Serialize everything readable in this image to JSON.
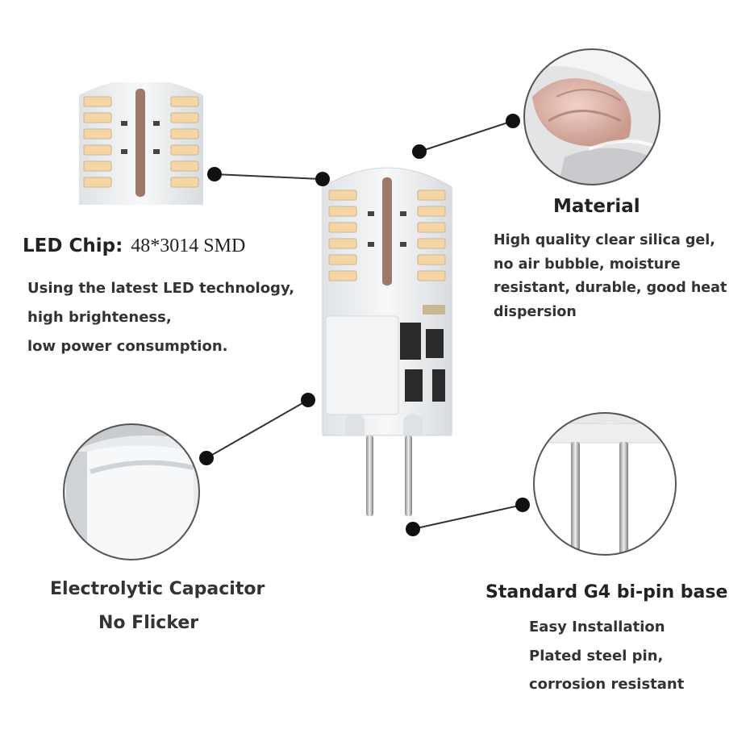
{
  "led_chip": {
    "title": "LED Chip:",
    "spec": "48*3014 SMD",
    "lines": [
      "Using the latest LED technology,",
      "high brighteness,",
      "low power consumption."
    ]
  },
  "material": {
    "title": "Material",
    "lines": [
      "High quality clear silica gel,",
      "no air bubble, moisture",
      "resistant, durable, good heat",
      "dispersion"
    ]
  },
  "capacitor": {
    "line1": "Electrolytic Capacitor",
    "line2": "No Flicker"
  },
  "base": {
    "title": "Standard G4 bi-pin base",
    "lines": [
      "Easy Installation",
      "Plated steel pin,",
      "corrosion resistant"
    ]
  },
  "colors": {
    "led_warm": "#f6d7a4",
    "silicone": "#eef1f3",
    "dot": "#111111",
    "circle_border": "#555555"
  }
}
